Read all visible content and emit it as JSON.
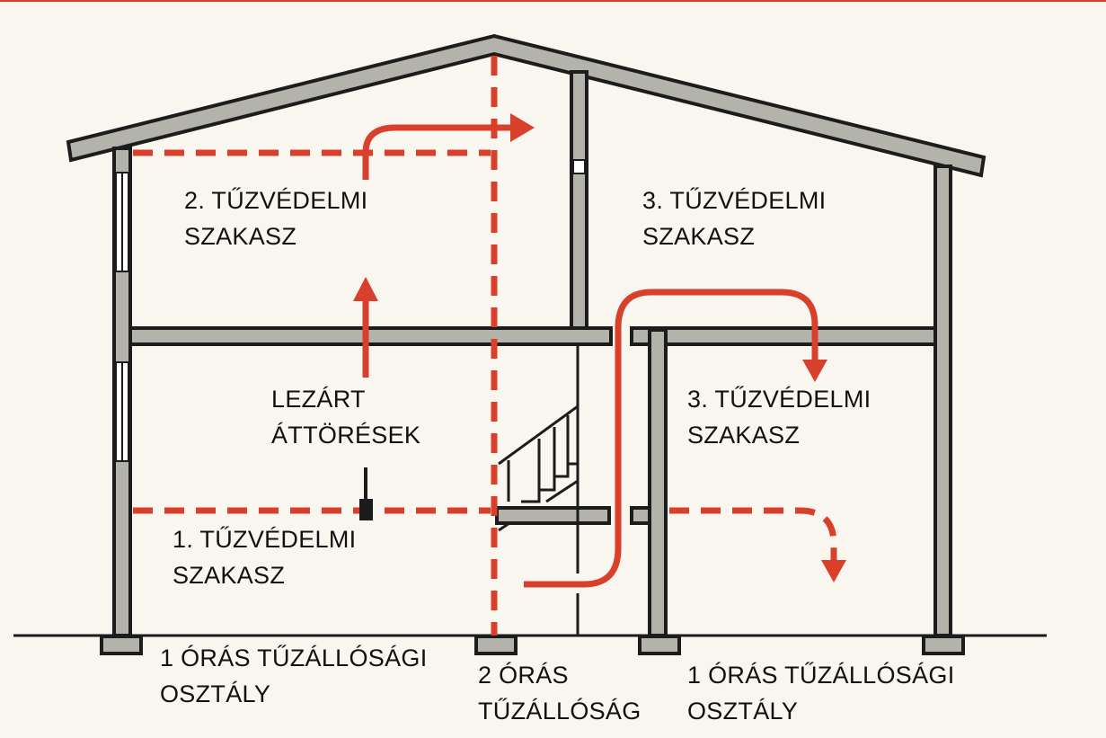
{
  "colors": {
    "background": "#f9f5ef",
    "structure": "#b3b3ab",
    "outline": "#1c1c1c",
    "fire_path": "#d8402b"
  },
  "labels": {
    "zone2": [
      "2. TŰZVÉDELMI",
      "SZAKASZ"
    ],
    "zone3_upper": [
      "3. TŰZVÉDELMI",
      "SZAKASZ"
    ],
    "zone3_lower": [
      "3. TŰZVÉDELMI",
      "SZAKASZ"
    ],
    "sealed": [
      "LEZÁRT",
      "ÁTTÖRÉSEK"
    ],
    "zone1": [
      "1. TŰZVÉDELMI",
      "SZAKASZ"
    ],
    "rating_left": [
      "1 ÓRÁS TŰZÁLLÓSÁGI",
      "OSZTÁLY"
    ],
    "rating_mid": [
      "2 ÓRÁS",
      "TŰZÁLLÓSÁG"
    ],
    "rating_right": [
      "1 ÓRÁS TŰZÁLLÓSÁGI",
      "OSZTÁLY"
    ]
  }
}
